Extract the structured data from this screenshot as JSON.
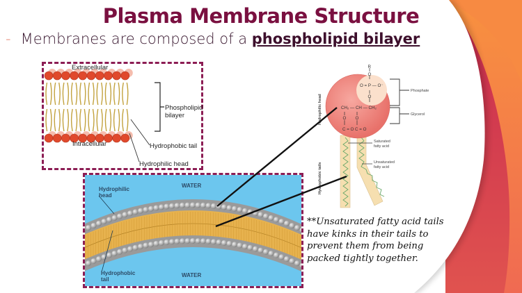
{
  "slide": {
    "title": "Plasma Membrane Structure",
    "bullet": {
      "dash": "-",
      "text": "Membranes are composed of a ",
      "emphasis": "phospholipid bilayer"
    }
  },
  "bilayer_diagram": {
    "top_label": "Extracellular",
    "bottom_label": "Intracellular",
    "bracket_label_line1": "Phospholipid",
    "bracket_label_line2": "bilayer",
    "tail_label": "Hydrophobic tail",
    "head_label": "Hydrophilic head"
  },
  "molecule_diagram": {
    "head_side_label": "Hydrophilic head",
    "tails_side_label": "Hydrophobic tails",
    "phosphate_label": "Phosphate",
    "glycerol_label": "Glycerol",
    "saturated_label_line1": "Saturated",
    "saturated_label_line2": "fatty acid",
    "unsaturated_label_line1": "Unsaturated",
    "unsaturated_label_line2": "fatty acid",
    "chem": {
      "r": "R",
      "o1": "O",
      "phosphate_row": "O = P — O⁻",
      "o2": "O",
      "glycerol_row": "CH₂ — CH — CH₂",
      "o3": "O",
      "o4": "O",
      "ester_row": "C = O  C = O"
    }
  },
  "curved_membrane": {
    "water_top": "WATER",
    "water_bottom": "WATER",
    "head_label_line1": "Hydrophilic",
    "head_label_line2": "head",
    "tail_label_line1": "Hydrophobic",
    "tail_label_line2": "tail"
  },
  "note": {
    "line1": "**Unsaturated fatty acid tails",
    "line2": "have kinks in their tails to",
    "line3": "prevent them from being",
    "line4": "packed tightly together."
  },
  "colors": {
    "title": "#7a1040",
    "dash_border": "#8c1d54",
    "water": "#6cc6ee",
    "tail_fill": "#e7b24e",
    "head_grey": "#a3a3a3",
    "head_red": "#e0492c",
    "accent_orange": "#f57a48",
    "accent_crimson": "#c6264e"
  }
}
